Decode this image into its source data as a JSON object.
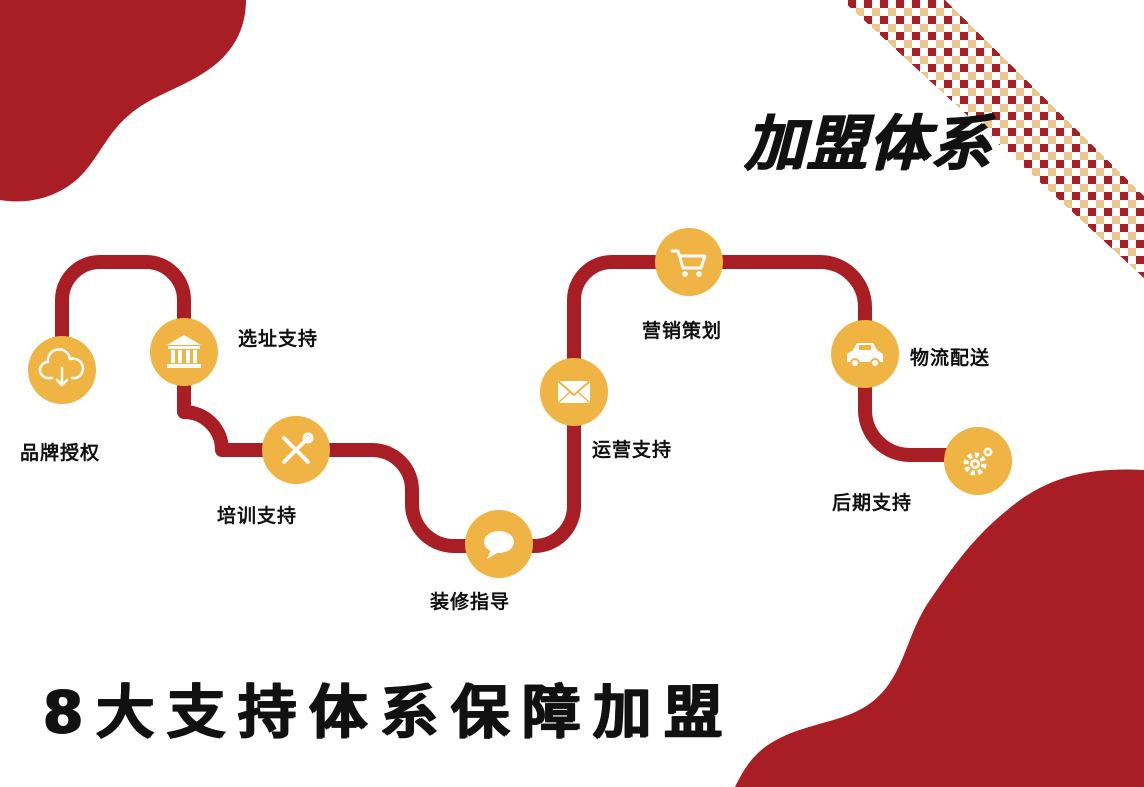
{
  "colors": {
    "primary": "#A81E24",
    "accent": "#EFB443",
    "pattern_light": "#E9C88A"
  },
  "title": "加盟体系",
  "slogan": "8大支持体系保障加盟",
  "steps": [
    {
      "label": "品牌授权",
      "icon": "cloud-download-icon"
    },
    {
      "label": "选址支持",
      "icon": "bank-building-icon"
    },
    {
      "label": "培训支持",
      "icon": "tools-icon"
    },
    {
      "label": "装修指导",
      "icon": "chat-bubble-icon"
    },
    {
      "label": "运营支持",
      "icon": "envelope-icon"
    },
    {
      "label": "营销策划",
      "icon": "shopping-cart-icon"
    },
    {
      "label": "物流配送",
      "icon": "car-icon"
    },
    {
      "label": "后期支持",
      "icon": "gear-icon"
    }
  ]
}
